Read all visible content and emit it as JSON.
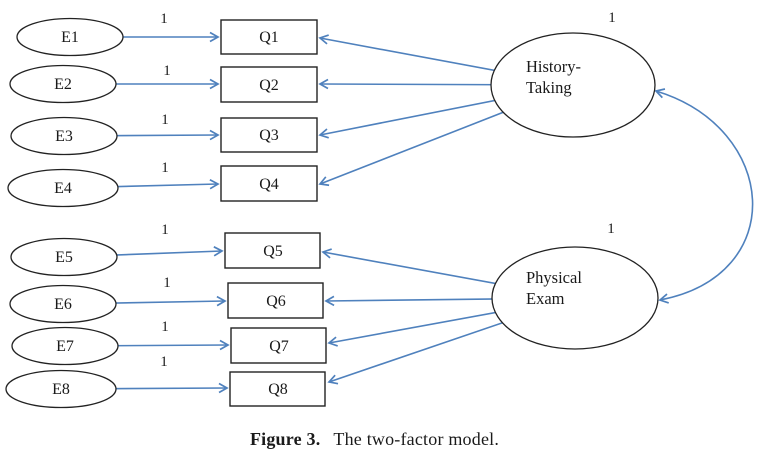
{
  "diagram": {
    "errors": [
      "E1",
      "E2",
      "E3",
      "E4",
      "E5",
      "E6",
      "E7",
      "E8"
    ],
    "indicators": [
      "Q1",
      "Q2",
      "Q3",
      "Q4",
      "Q5",
      "Q6",
      "Q7",
      "Q8"
    ],
    "weight_label": "1",
    "factors": [
      {
        "line1": "History-",
        "line2": "Taking",
        "variance_label": "1"
      },
      {
        "line1": "Physical",
        "line2": "Exam",
        "variance_label": "1"
      }
    ]
  },
  "caption": {
    "label": "Figure 3.",
    "text": "The two-factor model."
  },
  "colors": {
    "arrow_blue": "#4f81bd",
    "shape_outline": "#222222",
    "text": "#1a1a1a",
    "background": "#ffffff"
  }
}
